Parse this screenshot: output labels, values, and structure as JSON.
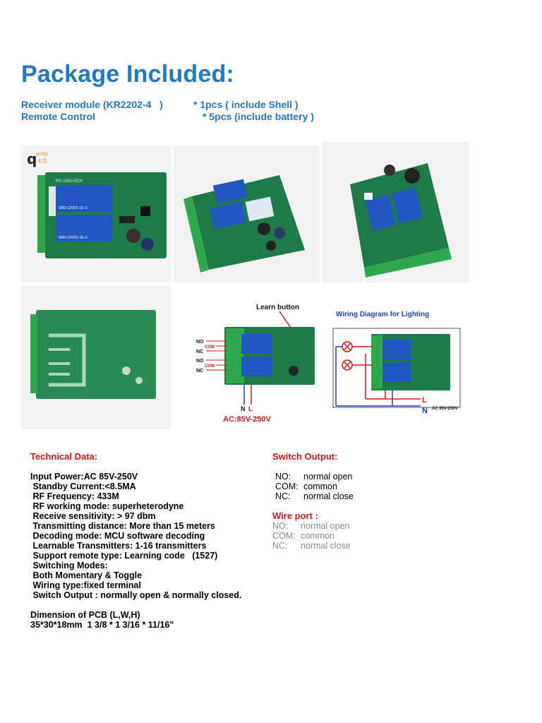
{
  "title": "Package Included:",
  "package": [
    {
      "item": "Receiver module (KR2202-4   )",
      "qty": "* 1pcs ( include Shell )"
    },
    {
      "item": "Remote Control",
      "qty": "* 5pcs (include battery )"
    }
  ],
  "photos": {
    "logo_text": "achip",
    "logo_sub": "七芯",
    "board_silk": "RX-220V-2CH",
    "relay_text": "SRD-12VDC-SL-C",
    "terminal_labels": [
      "NO",
      "COM",
      "NC",
      "NO",
      "COM",
      "NC"
    ],
    "learn_button": "Learn button",
    "input_labels": [
      "N",
      "L"
    ],
    "ac_range": "AC:85V-250V",
    "wiring_title": "Wiring Diagram for Lighting",
    "wiring_L": "L",
    "wiring_N": "N",
    "wiring_ac": "AC 85V-250V",
    "colors": {
      "board_green": "#1f7a4a",
      "relay_blue": "#2057c0",
      "terminal_green": "#2fa84d",
      "accent_red": "#d11818",
      "wire_blue": "#1a3fbf"
    }
  },
  "technical": {
    "heading": "Technical Data:",
    "lines": [
      "Input Power:AC 85V-250V",
      " Standby Current:<8.5MA",
      " RF Frequency: 433M",
      " RF working mode: superheterodyne",
      " Receive sensitivity: > 97 dbm",
      " Transmitting distance: More than 15 meters",
      " Decoding mode: MCU software decoding",
      " Learnable Transmitters: 1-16 transmitters",
      " Support remote type: Learning code   (1527)",
      " Switching Modes:",
      " Both Momentary & Toggle",
      " Wiring type:fixed terminal",
      " Switch Output : normally open & normally closed."
    ],
    "dimension_title": "Dimension of PCB (L,W,H)",
    "dimension_value": "35*30*18mm  1 3/8 * 1 3/16 * 11/16\""
  },
  "switch_output": {
    "heading": "Switch Output:",
    "rows": [
      {
        "key": "NO:",
        "value": "normal open"
      },
      {
        "key": "COM:",
        "value": "common"
      },
      {
        "key": "NC:",
        "value": "normal close"
      }
    ]
  },
  "wire_port": {
    "heading": "Wire port :",
    "rows": [
      {
        "key": "NO:",
        "value": "normal open"
      },
      {
        "key": "COM:",
        "value": "common"
      },
      {
        "key": "NC:",
        "value": "normal close"
      }
    ]
  }
}
